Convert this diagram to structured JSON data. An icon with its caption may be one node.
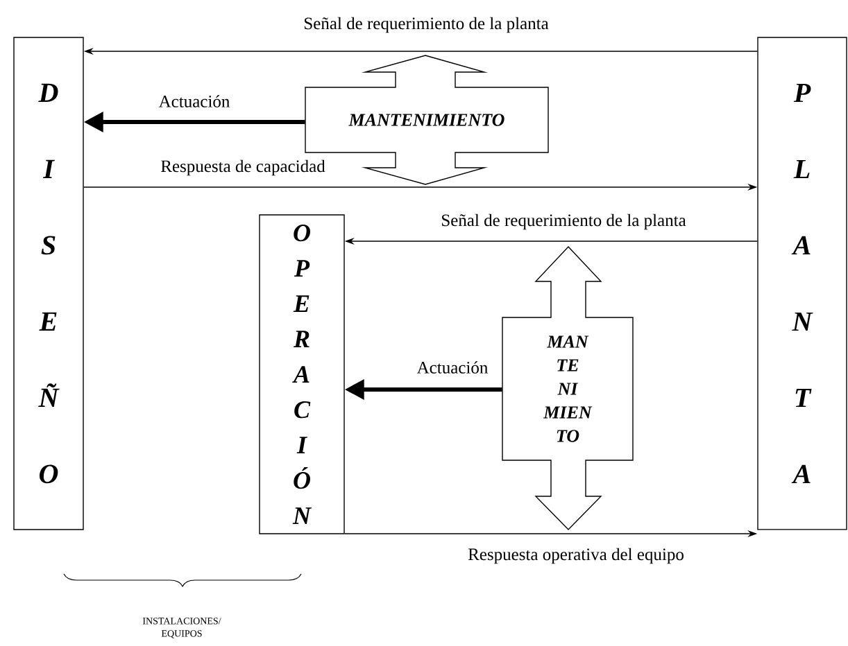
{
  "diagram": {
    "nodes": [
      {
        "text": [
          "D I S E Ñ O"
        ]
      },
      {
        "text": [
          "P L A N T A"
        ]
      },
      {
        "text": [
          "MANTENIMIENTO"
        ]
      },
      {
        "text": [
          "O P E R A C I Ó N"
        ]
      },
      {
        "text": [
          "MAN TE NI MIEN TO"
        ]
      }
    ],
    "edges": [
      {
        "from": 1,
        "to": 0,
        "arrow": "to",
        "label": "Señal de requerimiento de la planta"
      },
      {
        "from": 2,
        "to": 0,
        "arrow": "to",
        "label": "Actuación",
        "style": "thick"
      },
      {
        "from": 0,
        "to": 1,
        "arrow": "to",
        "label": "Respuesta de capacidad"
      },
      {
        "from": 1,
        "to": 3,
        "arrow": "to",
        "label": "Señal de requerimiento de la planta"
      },
      {
        "from": 4,
        "to": 3,
        "arrow": "to",
        "label": "Actuación",
        "style": "thick"
      },
      {
        "from": 3,
        "to": 1,
        "arrow": "to",
        "label": "Respuesta operativa del equipo"
      }
    ],
    "labels": [
      "INSTALACIONES/ EQUIPOS"
    ]
  }
}
